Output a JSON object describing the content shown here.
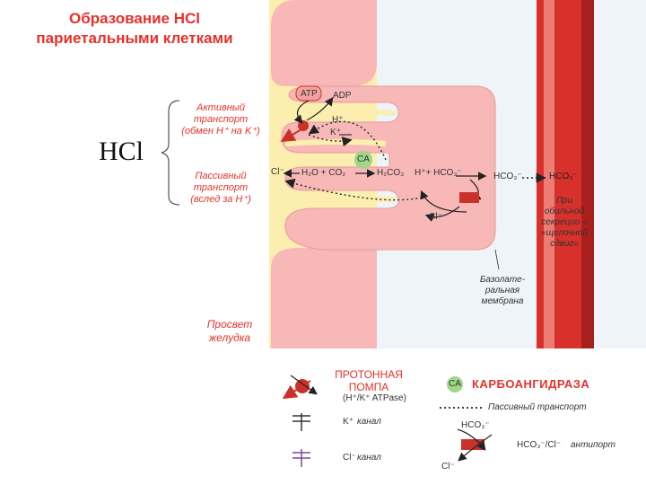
{
  "title": {
    "line1": "Образование HCl",
    "line2": "париетальными клетками"
  },
  "hcl_label": "HCl",
  "annotations": {
    "active": [
      "Активный",
      "транспорт",
      "(обмен H⁺ на K⁺)"
    ],
    "passive": [
      "Пассивный",
      "транспорт",
      "(вслед за H⁺)"
    ],
    "alkaline": [
      "При",
      "обильной",
      "секреции –",
      "«щелочной",
      "сдвиг»"
    ],
    "basolateral": [
      "Базолате-",
      "ральная",
      "мембрана"
    ],
    "lumen": [
      "Просвет",
      "желудка"
    ]
  },
  "cell": {
    "atp": "ATP",
    "adp": "ADP",
    "h_plus": "H⁺",
    "k_plus": "K⁺",
    "ca": "CA",
    "cl_minus": "Cl⁻",
    "reaction_left": "H₂O + CO₂",
    "reaction_mid": "H₂CO₃",
    "reaction_right": "H⁺+ HCO₃⁻",
    "hco3_in": "HCO₃⁻",
    "hco3_out": "HCO₃⁻",
    "cl_in": "Cl⁻"
  },
  "legend": {
    "pump_title": [
      "ПРОТОННАЯ",
      "ПОМПА"
    ],
    "pump_sub": "(H⁺/K⁺ ATPase)",
    "ca_badge": "CA",
    "ca_label": "КАРБОАНГИДРАЗА",
    "passive": "Пассивный транспорт",
    "k_ion": "K⁺",
    "k_channel": "канал",
    "cl_ion": "Cl⁻",
    "cl_channel": "канал",
    "anti_hco3": "HCO₃⁻",
    "anti_pair": "HCO₃⁻/Cl⁻",
    "anti_label": "антипорт",
    "anti_cl": "Cl⁻"
  },
  "colors": {
    "title_red": "#e4322b",
    "lumen": "#fbeeae",
    "cell": "#f8b8b8",
    "vessel": "#d8312c",
    "panel": "#eef4f8",
    "ca_green": "#9fd68a",
    "pump": "#c8322a"
  }
}
